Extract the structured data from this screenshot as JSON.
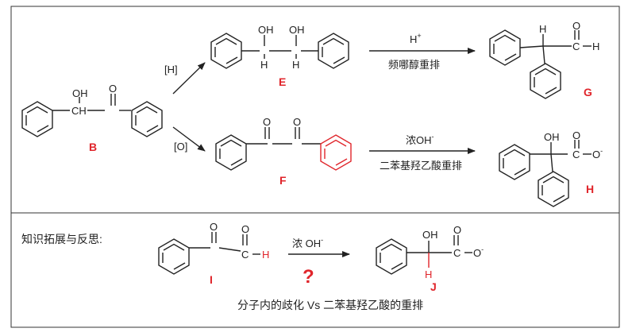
{
  "colors": {
    "black": "#222222",
    "red": "#e0252b",
    "frame": "#333333"
  },
  "top": {
    "B": {
      "OH": "OH",
      "CH": "CH",
      "O": "O",
      "label": "B"
    },
    "path1": {
      "reagent": "[H]"
    },
    "E": {
      "OH1": "OH",
      "OH2": "OH",
      "H1": "H",
      "H2": "H",
      "label": "E"
    },
    "step1": {
      "reagent": "H",
      "reagent_sup": "+",
      "name": "频哪醇重排"
    },
    "G": {
      "H_top": "H",
      "O": "O",
      "C": "C",
      "H_right": "H",
      "label": "G"
    },
    "path2": {
      "reagent": "[O]"
    },
    "F": {
      "O1": "O",
      "O2": "O",
      "label": "F"
    },
    "step2": {
      "reagent": "浓OH",
      "reagent_sup": "-",
      "name": "二苯基羟乙酸重排"
    },
    "H": {
      "OH": "OH",
      "O": "O",
      "C": "C",
      "O_minus": "O",
      "minus": "-",
      "label": "H"
    }
  },
  "bottom": {
    "title": "知识拓展与反思:",
    "I": {
      "O1": "O",
      "O2": "O",
      "C": "C",
      "H": "H",
      "label": "I"
    },
    "reagent": "浓  OH",
    "reagent_sup": "-",
    "question": "?",
    "J": {
      "OH": "OH",
      "O": "O",
      "C": "C",
      "O_minus": "O",
      "minus": "-",
      "H": "H",
      "label": "J"
    },
    "caption": "分子内的歧化 Vs 二苯基羟乙酸的重排"
  }
}
